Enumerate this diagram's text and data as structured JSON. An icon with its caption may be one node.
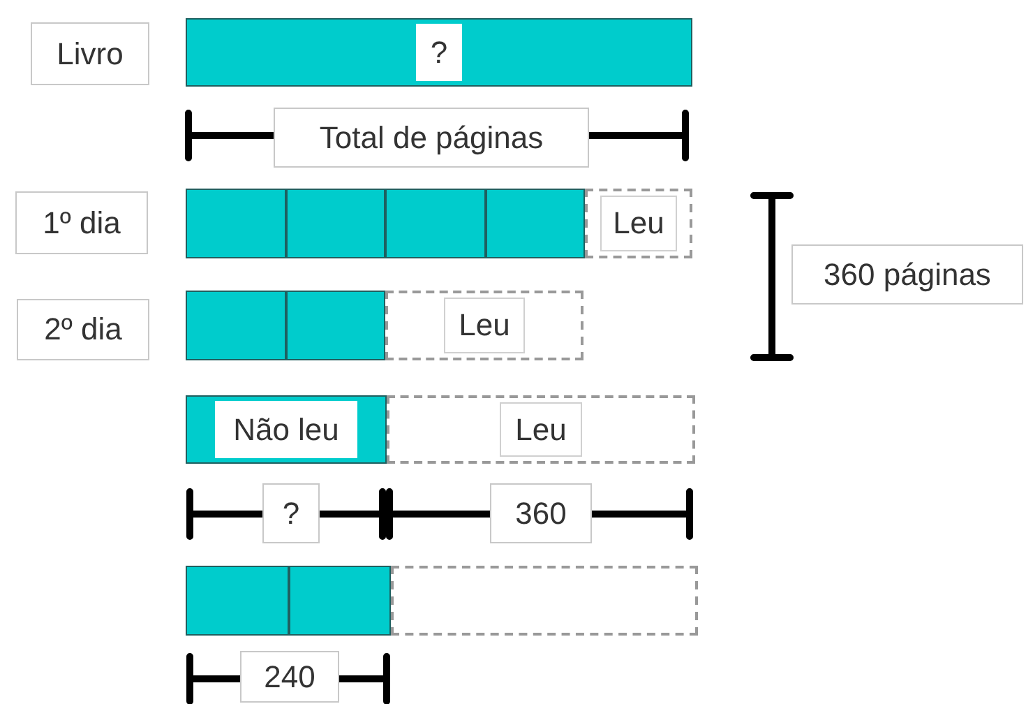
{
  "diagram": {
    "nodes": [
      {
        "text": [
          "Livro"
        ]
      },
      {
        "text": [
          "?"
        ]
      },
      {
        "text": [
          "Total de páginas"
        ]
      },
      {
        "text": [
          "1º dia"
        ]
      },
      {
        "text": [],
        "shape": "box"
      },
      {
        "text": [],
        "shape": "box"
      },
      {
        "text": [],
        "shape": "box"
      },
      {
        "text": [],
        "shape": "box"
      },
      {
        "text": [
          "Leu"
        ]
      },
      {
        "text": [
          "360 páginas"
        ]
      },
      {
        "text": [
          "2º dia"
        ]
      },
      {
        "text": [],
        "shape": "box"
      },
      {
        "text": [],
        "shape": "box"
      },
      {
        "text": [
          "Leu"
        ]
      },
      {
        "text": [
          "Não leu"
        ]
      },
      {
        "text": [
          "Leu"
        ]
      },
      {
        "text": [
          "?"
        ]
      },
      {
        "text": [
          "360"
        ]
      },
      {
        "text": [],
        "shape": "box"
      },
      {
        "text": [],
        "shape": "box"
      },
      {
        "text": [],
        "shape": "box"
      },
      {
        "text": [
          "240"
        ]
      }
    ]
  }
}
